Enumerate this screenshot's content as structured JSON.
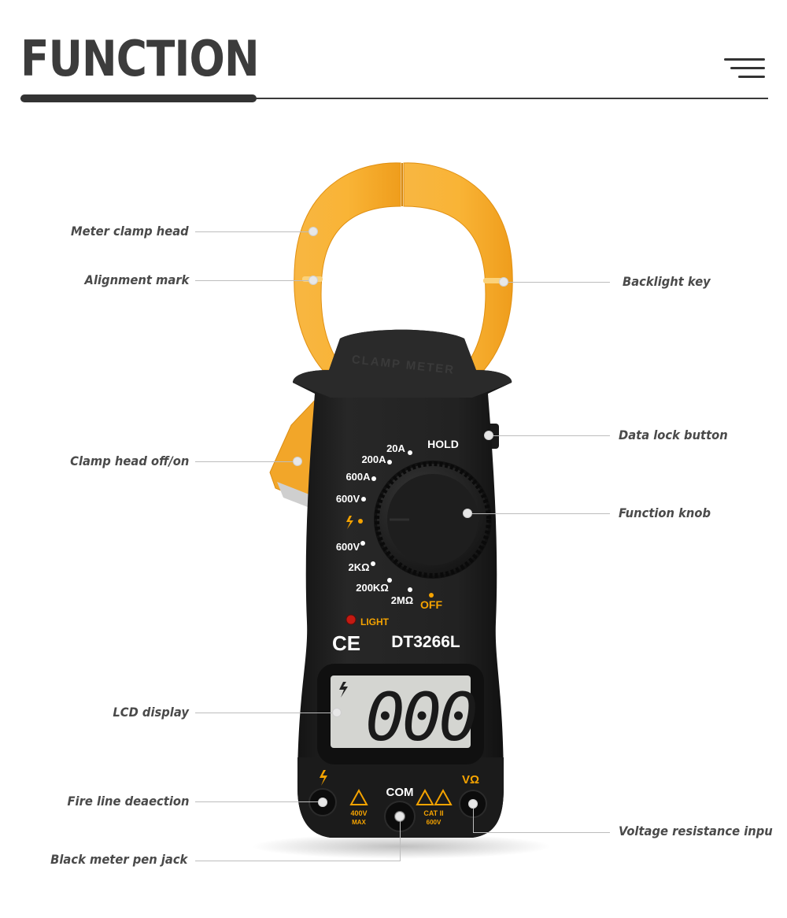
{
  "header": {
    "title": "FUNCTION",
    "menu_icon": "hamburger-menu-icon"
  },
  "device": {
    "model": "DT3266L",
    "embossed_text": "CLAMP METER",
    "hold": "HOLD",
    "light": "LIGHT",
    "ce_mark": "CE",
    "lcd_reading": "000",
    "com": "COM",
    "v_ohm": "VΩ",
    "ranges": [
      "20A",
      "200A",
      "600A",
      "600V",
      "600V",
      "2KΩ",
      "200KΩ",
      "2MΩ",
      "OFF"
    ],
    "warning_400v": "400V",
    "warning_max": "MAX",
    "cat_ii": "CAT II",
    "cat_600v": "600V",
    "colors": {
      "clamp": "#f7a823",
      "body": "#1c1c1c",
      "accent_orange": "#f5a300",
      "lcd": "#d4d5d1"
    }
  },
  "callouts": {
    "left": [
      "Meter clamp head",
      "Alignment mark",
      "Clamp head off/on",
      "LCD display",
      "Fire line deaection",
      "Black meter pen jack"
    ],
    "right": [
      "Backlight key",
      "Data lock button",
      "Function knob",
      "Voltage resistance inpu"
    ]
  }
}
